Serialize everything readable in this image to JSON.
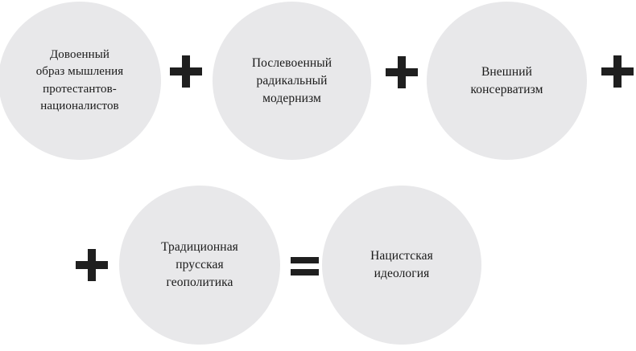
{
  "diagram": {
    "type": "formula-diagram",
    "colors": {
      "node_fill": "#e8e8ea",
      "operator": "#1f1f1f",
      "text": "#1a1a1a",
      "background": "#ffffff"
    },
    "nodes": [
      {
        "id": "node-1",
        "label": "Довоенный\nобраз мышления\nпротестантов-\nнационалистов"
      },
      {
        "id": "node-2",
        "label": "Послевоенный\nрадикальный\nмодернизм"
      },
      {
        "id": "node-3",
        "label": "Внешний\nконсерватизм"
      },
      {
        "id": "node-4",
        "label": "Традиционная\nпрусская\nгеополитика"
      },
      {
        "id": "node-5",
        "label": "Нацистская\nидеология"
      }
    ],
    "operators": [
      {
        "id": "plus-1",
        "symbol": "+",
        "name": "plus"
      },
      {
        "id": "plus-2",
        "symbol": "+",
        "name": "plus"
      },
      {
        "id": "plus-3",
        "symbol": "+",
        "name": "plus"
      },
      {
        "id": "plus-4",
        "symbol": "+",
        "name": "plus"
      },
      {
        "id": "equals-1",
        "symbol": "=",
        "name": "equals"
      }
    ]
  }
}
